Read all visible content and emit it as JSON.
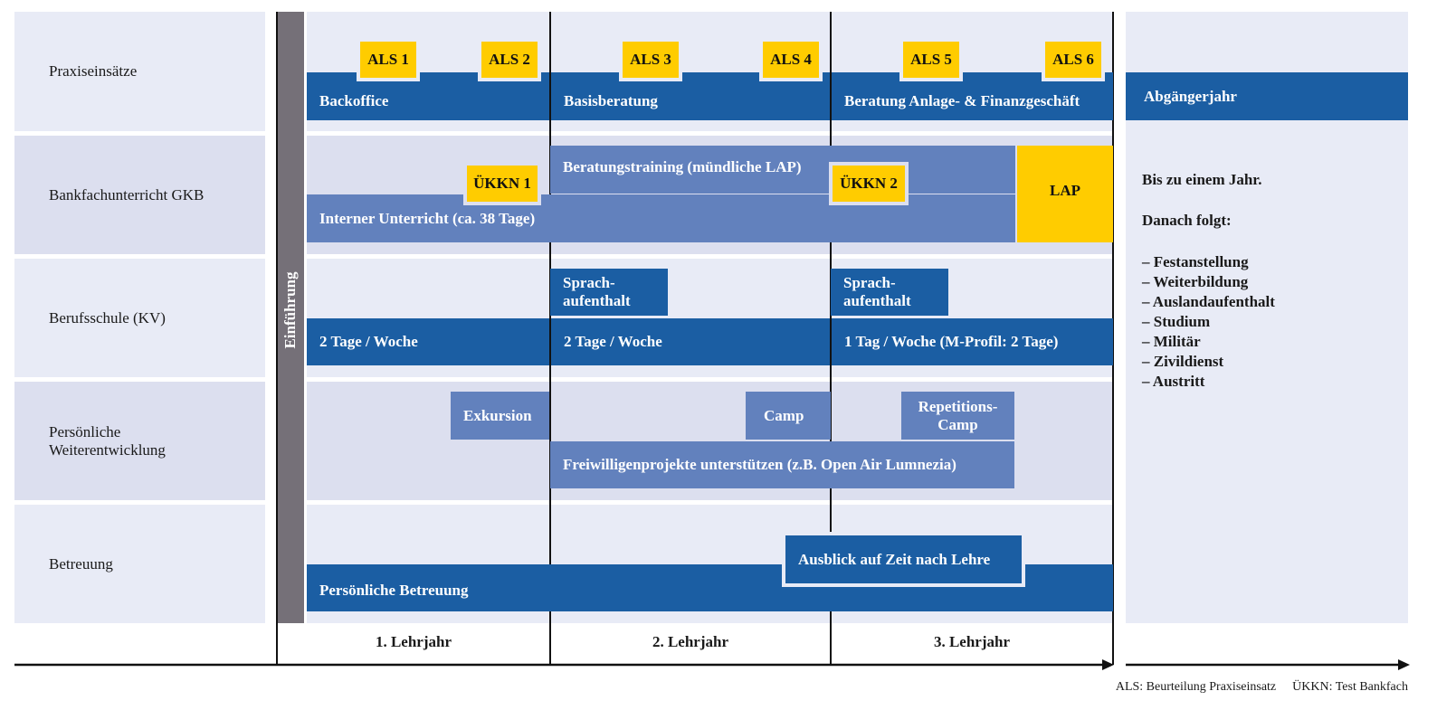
{
  "rows": [
    "Praxiseinsätze",
    "Bankfachunterricht GKB",
    "Berufsschule (KV)",
    "Persönliche Weiterentwicklung",
    "Betreuung"
  ],
  "intro": "Einführung",
  "praxis": {
    "bars": [
      "Backoffice",
      "Basisberatung",
      "Beratung Anlage- & Finanzgeschäft"
    ],
    "tags": [
      "ALS 1",
      "ALS 2",
      "ALS 3",
      "ALS 4",
      "ALS 5",
      "ALS 6"
    ]
  },
  "bank": {
    "training": "Beratungstraining (mündliche LAP)",
    "intern": "Interner Unterricht (ca. 38 Tage)",
    "lap": "LAP",
    "ukkn1": "ÜKKN 1",
    "ukkn2": "ÜKKN 2"
  },
  "schule": {
    "sprach": "Sprach-\naufenthalt",
    "y1": "2 Tage / Woche",
    "y2": "2 Tage / Woche",
    "y3": "1 Tag / Woche (M-Profil: 2 Tage)"
  },
  "entwicklung": {
    "exkursion": "Exkursion",
    "camp": "Camp",
    "repetition": "Repetitions-\nCamp",
    "freiwillig": "Freiwilligenprojekte unterstützen (z.B. Open Air Lumnezia)"
  },
  "betreuung": {
    "persoenlich": "Persönliche Betreuung",
    "ausblick": "Ausblick auf Zeit nach Lehre"
  },
  "years": [
    "1. Lehrjahr",
    "2. Lehrjahr",
    "3. Lehrjahr"
  ],
  "after": {
    "title": "Abgängerjahr",
    "line1": "Bis zu einem Jahr.",
    "line2": "Danach folgt:",
    "items": [
      "– Festanstellung",
      "– Weiterbildung",
      "– Auslandaufenthalt",
      "– Studium",
      "– Militär",
      "– Zivildienst",
      "– Austritt"
    ]
  },
  "legend": {
    "als": "ALS: Beurteilung Praxiseinsatz",
    "ukkn": "ÜKKN: Test Bankfach"
  },
  "colors": {
    "dark": "#1b5ea3",
    "light": "#6281bd",
    "yellow": "#ffcc00"
  }
}
